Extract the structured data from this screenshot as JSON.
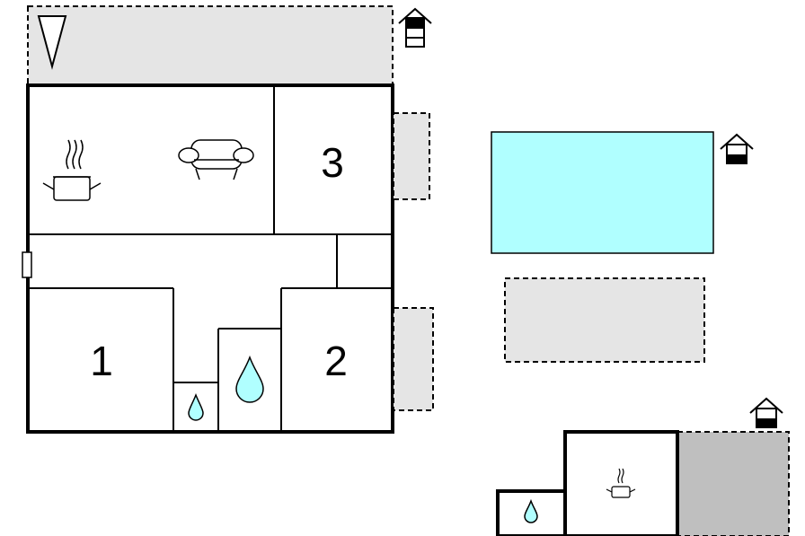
{
  "rooms": {
    "bedroom_1": {
      "label": "1"
    },
    "bedroom_2": {
      "label": "2"
    },
    "bedroom_3": {
      "label": "3"
    }
  },
  "colors": {
    "wall": "#000000",
    "terrace": "#e5e5e5",
    "pool": "#b0ffff",
    "water": "#b0ffff",
    "dark_terrace": "#bfbfbf"
  },
  "icons": {
    "compass": "north-arrow-icon",
    "kitchen": "cooking-pot-icon",
    "living": "sofa-icon",
    "bathroom": "water-drop-icon",
    "roofed": "house-roof-icon"
  }
}
